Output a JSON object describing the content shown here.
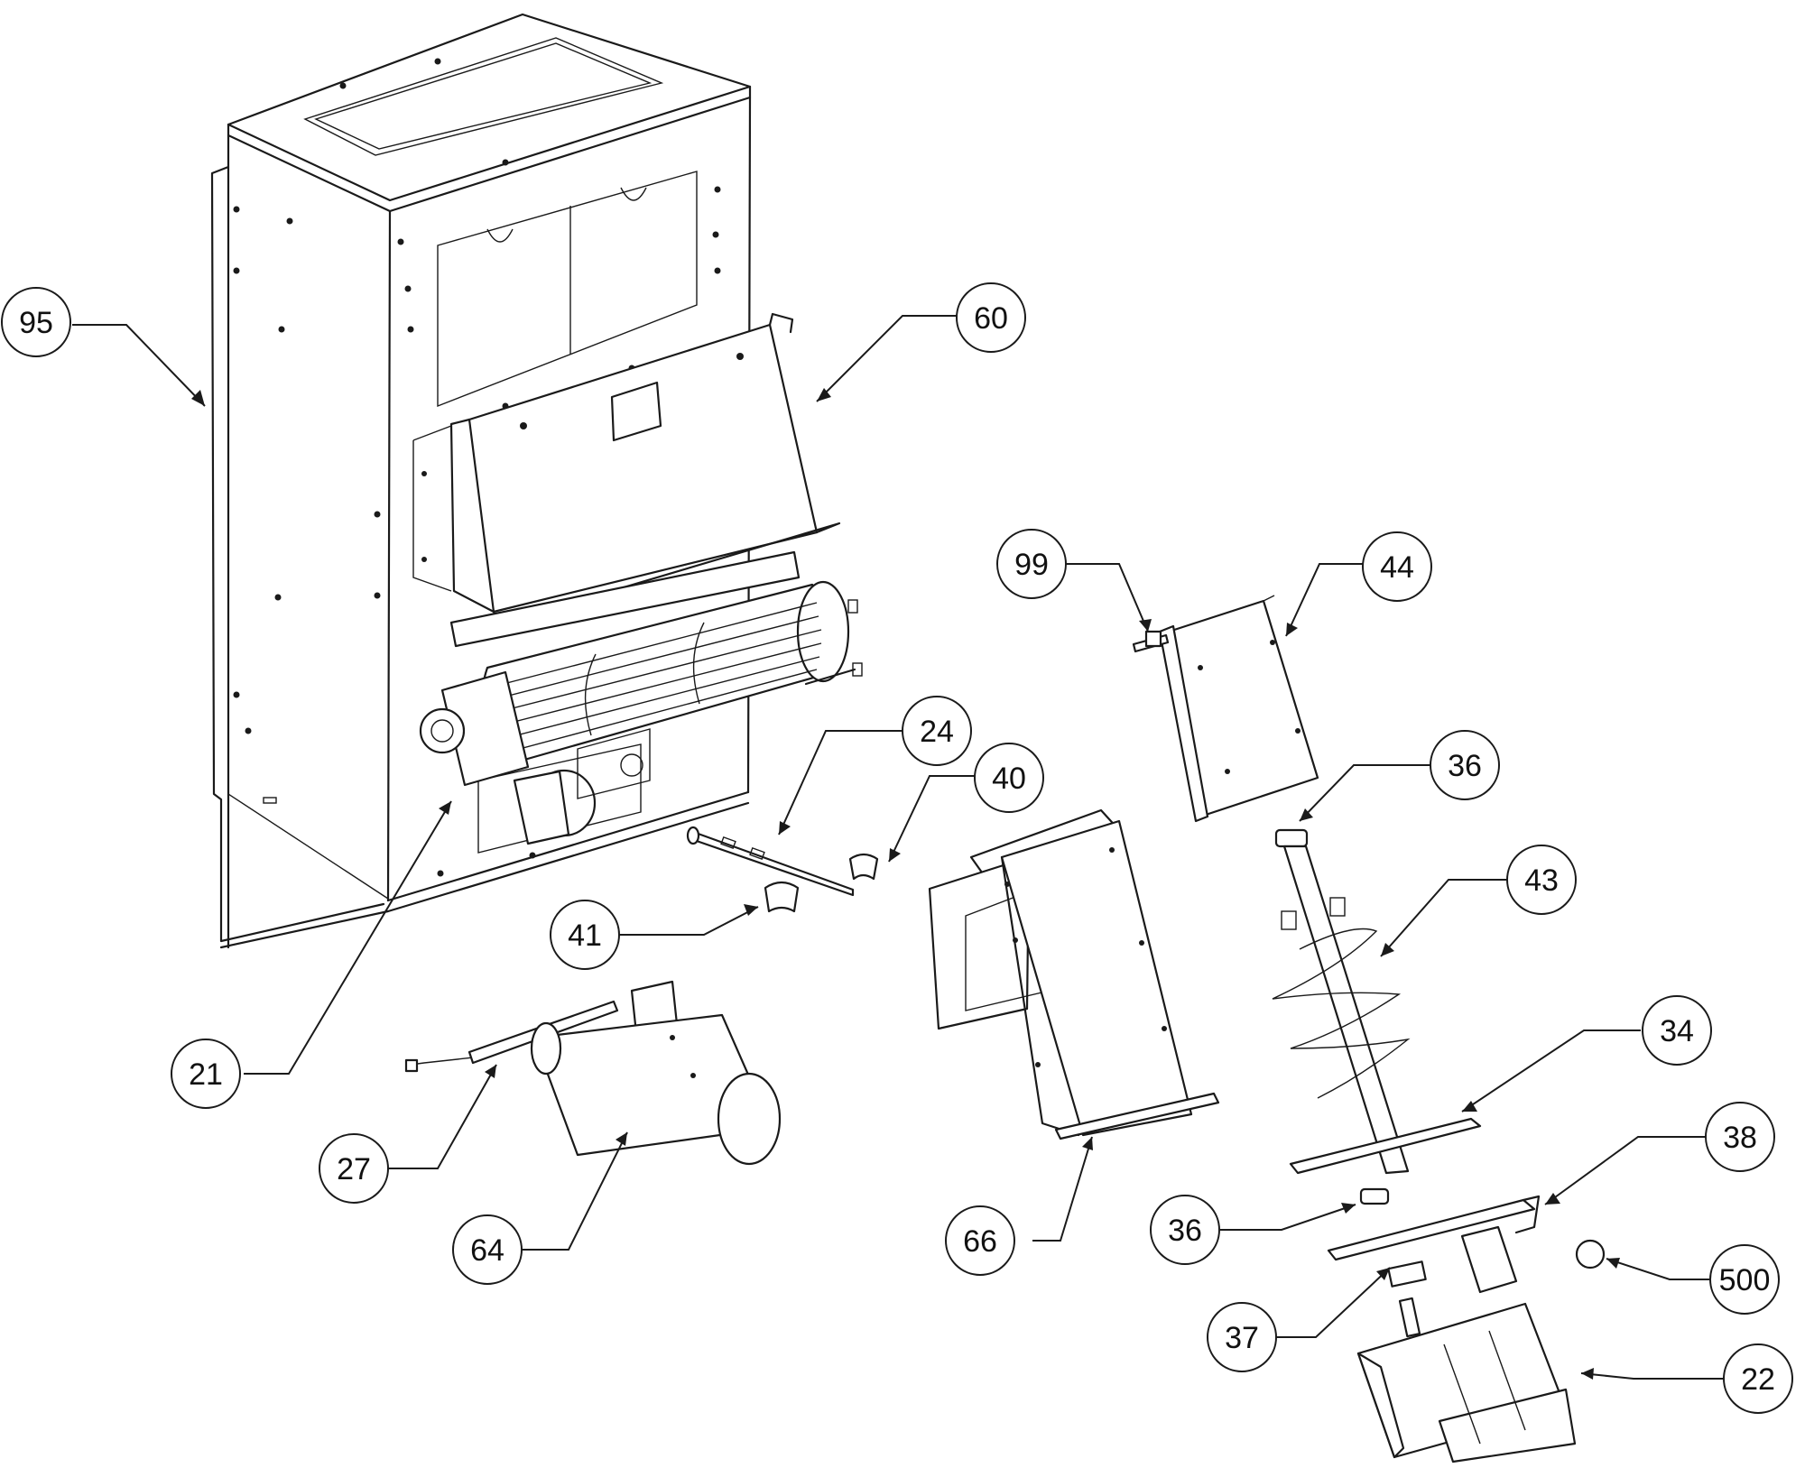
{
  "callouts": [
    {
      "id": "c95",
      "label": "95"
    },
    {
      "id": "c60",
      "label": "60"
    },
    {
      "id": "c99",
      "label": "99"
    },
    {
      "id": "c44",
      "label": "44"
    },
    {
      "id": "c24",
      "label": "24"
    },
    {
      "id": "c40",
      "label": "40"
    },
    {
      "id": "c36a",
      "label": "36"
    },
    {
      "id": "c43",
      "label": "43"
    },
    {
      "id": "c41",
      "label": "41"
    },
    {
      "id": "c21",
      "label": "21"
    },
    {
      "id": "c34",
      "label": "34"
    },
    {
      "id": "c38",
      "label": "38"
    },
    {
      "id": "c27",
      "label": "27"
    },
    {
      "id": "c36b",
      "label": "36"
    },
    {
      "id": "c66",
      "label": "66"
    },
    {
      "id": "c64",
      "label": "64"
    },
    {
      "id": "c500",
      "label": "500"
    },
    {
      "id": "c37",
      "label": "37"
    },
    {
      "id": "c22",
      "label": "22"
    }
  ]
}
